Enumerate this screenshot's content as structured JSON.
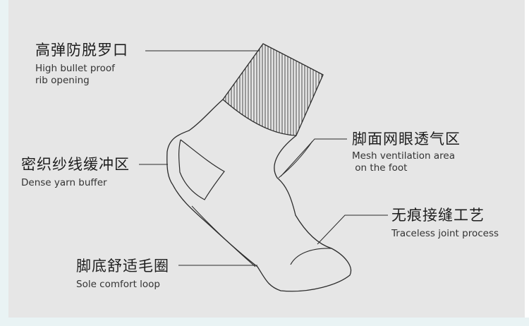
{
  "colors": {
    "background": "#e6e6e6",
    "edge": "#e9f3f4",
    "line": "#2b2b2b",
    "text": "#1e1e1e"
  },
  "callouts": {
    "rib": {
      "cn": "高弹防脱罗口",
      "en": [
        "High bullet proof",
        "rib opening"
      ]
    },
    "buffer": {
      "cn": "密织纱线缓冲区",
      "en": [
        "Dense yarn buffer"
      ]
    },
    "mesh": {
      "cn": "脚面网眼透气区",
      "en": [
        "Mesh ventilation area",
        " on the foot"
      ]
    },
    "joint": {
      "cn": "无痕接缝工艺",
      "en": [
        "Traceless joint process"
      ]
    },
    "loop": {
      "cn": "脚底舒适毛圈",
      "en": [
        "Sole comfort loop"
      ]
    }
  }
}
